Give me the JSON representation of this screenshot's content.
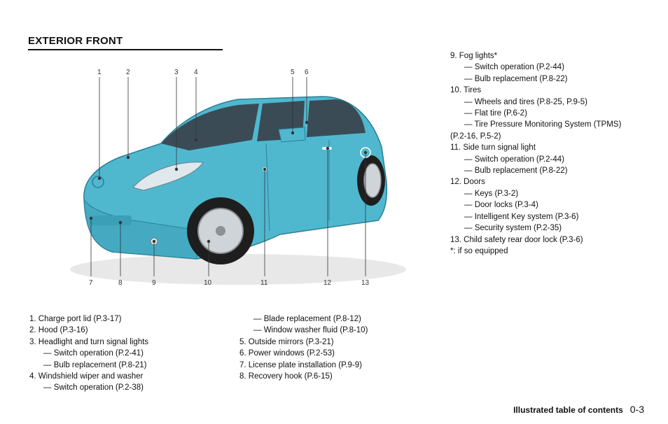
{
  "page": {
    "section_title": "EXTERIOR FRONT",
    "footer_label": "Illustrated table of contents",
    "page_number": "0-3"
  },
  "callouts": [
    "1",
    "2",
    "3",
    "4",
    "5",
    "6",
    "7",
    "8",
    "9",
    "10",
    "11",
    "12",
    "13"
  ],
  "left_column": [
    {
      "kind": "item",
      "text": "1.  Charge port lid (P.3-17)"
    },
    {
      "kind": "item",
      "text": "2.  Hood (P.3-16)"
    },
    {
      "kind": "item",
      "text": "3.  Headlight and turn signal lights"
    },
    {
      "kind": "sub",
      "text": "— Switch operation (P.2-41)"
    },
    {
      "kind": "sub",
      "text": "— Bulb replacement (P.8-21)"
    },
    {
      "kind": "item",
      "text": "4.  Windshield wiper and washer"
    },
    {
      "kind": "sub",
      "text": "— Switch operation (P.2-38)"
    }
  ],
  "middle_column": [
    {
      "kind": "sub",
      "text": "— Blade replacement (P.8-12)"
    },
    {
      "kind": "sub",
      "text": "— Window washer fluid (P.8-10)"
    },
    {
      "kind": "item",
      "text": "5.  Outside mirrors (P.3-21)"
    },
    {
      "kind": "item",
      "text": "6.  Power windows (P.2-53)"
    },
    {
      "kind": "item",
      "text": "7.  License plate installation (P.9-9)"
    },
    {
      "kind": "item",
      "text": "8.  Recovery hook (P.6-15)"
    }
  ],
  "right_column": [
    {
      "kind": "item",
      "text": "9.  Fog lights*"
    },
    {
      "kind": "sub",
      "text": "— Switch operation (P.2-44)"
    },
    {
      "kind": "sub",
      "text": "— Bulb replacement (P.8-22)"
    },
    {
      "kind": "item",
      "text": "10. Tires"
    },
    {
      "kind": "sub",
      "text": "— Wheels and tires (P.8-25, P.9-5)"
    },
    {
      "kind": "sub",
      "text": "— Flat tire (P.6-2)"
    },
    {
      "kind": "sub",
      "text": "— Tire Pressure Monitoring System (TPMS)"
    },
    {
      "kind": "cont",
      "text": "(P.2-16, P.5-2)"
    },
    {
      "kind": "item",
      "text": "11. Side turn signal light"
    },
    {
      "kind": "sub",
      "text": "— Switch operation (P.2-44)"
    },
    {
      "kind": "sub",
      "text": "— Bulb replacement (P.8-22)"
    },
    {
      "kind": "item",
      "text": "12. Doors"
    },
    {
      "kind": "sub",
      "text": "— Keys (P.3-2)"
    },
    {
      "kind": "sub",
      "text": "— Door locks (P.3-4)"
    },
    {
      "kind": "sub",
      "text": "— Intelligent Key system (P.3-6)"
    },
    {
      "kind": "sub",
      "text": "— Security system (P.2-35)"
    },
    {
      "kind": "item",
      "text": "13. Child safety rear door lock (P.3-6)"
    },
    {
      "kind": "item",
      "text": "*:   if so equipped"
    }
  ],
  "colors": {
    "car_body": "#4fb8cf",
    "car_shadow": "#2a7f96",
    "glass": "#3a4b55",
    "tire": "#1e1e1e",
    "rim": "#cfd4d8"
  }
}
